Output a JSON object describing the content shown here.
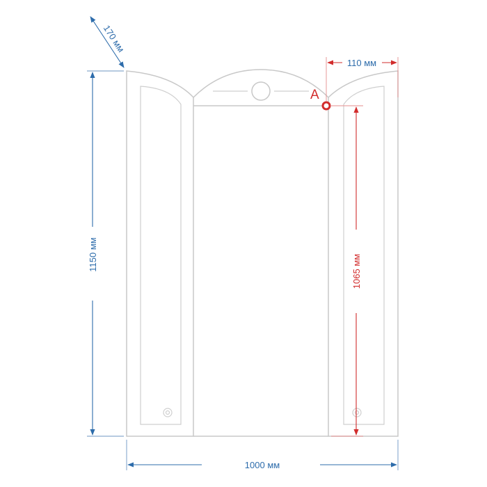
{
  "dimensions": {
    "depth": "170 мм",
    "height": "1150 мм",
    "width": "1000 мм",
    "mount_offset": "110 мм",
    "mount_height": "1065 мм"
  },
  "point_label": "А",
  "colors": {
    "outline": "#c8c8c8",
    "dimension_blue": "#2d6cab",
    "dimension_red": "#d22c2c"
  }
}
